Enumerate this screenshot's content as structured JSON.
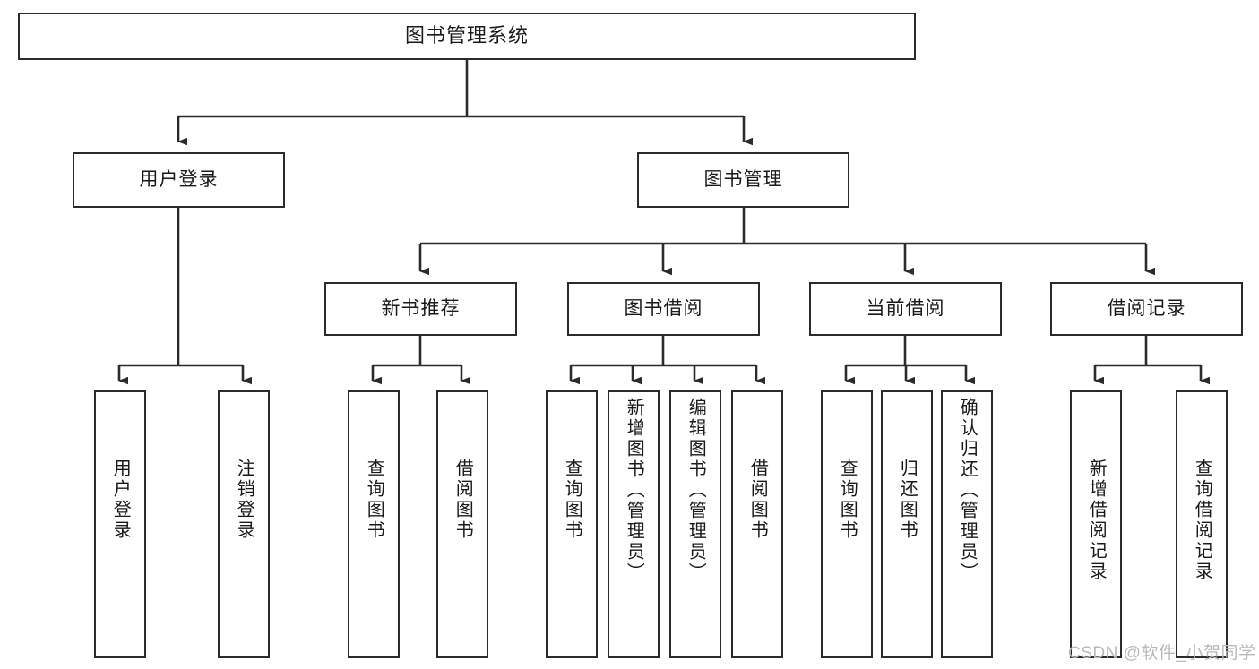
{
  "diagram": {
    "title": "图书管理系统",
    "type": "tree-hierarchy-chart",
    "watermark": "CSDN @软件_小贺同学",
    "colors": {
      "box_border": "#2b2b2b",
      "box_fill": "#ffffff",
      "edge": "#2b2b2b",
      "text": "#1a1a1a",
      "watermark": "#b9b9b9",
      "background": "#ffffff"
    },
    "root": {
      "label": "图书管理系统"
    },
    "level2": [
      {
        "id": "user-login",
        "label": "用户登录"
      },
      {
        "id": "book-management",
        "label": "图书管理"
      }
    ],
    "level3": [
      {
        "id": "new-book-recommend",
        "label": "新书推荐",
        "parent": "book-management"
      },
      {
        "id": "book-borrow",
        "label": "图书借阅",
        "parent": "book-management"
      },
      {
        "id": "current-borrow",
        "label": "当前借阅",
        "parent": "book-management"
      },
      {
        "id": "borrow-record",
        "label": "借阅记录",
        "parent": "book-management"
      }
    ],
    "leaves": [
      {
        "id": "leaf-user-login",
        "label": "用户登录",
        "parent": "user-login",
        "align": "mid"
      },
      {
        "id": "leaf-logout-login",
        "label": "注销登录",
        "parent": "user-login",
        "align": "mid"
      },
      {
        "id": "leaf-query-book-1",
        "label": "查询图书",
        "parent": "new-book-recommend",
        "align": "mid"
      },
      {
        "id": "leaf-borrow-book-1",
        "label": "借阅图书",
        "parent": "new-book-recommend",
        "align": "mid"
      },
      {
        "id": "leaf-query-book-2",
        "label": "查询图书",
        "parent": "book-borrow",
        "align": "mid"
      },
      {
        "id": "leaf-add-book",
        "label": "新增图书（管理员）",
        "parent": "book-borrow",
        "align": "top"
      },
      {
        "id": "leaf-edit-book",
        "label": "编辑图书（管理员）",
        "parent": "book-borrow",
        "align": "top"
      },
      {
        "id": "leaf-borrow-book-2",
        "label": "借阅图书",
        "parent": "book-borrow",
        "align": "mid"
      },
      {
        "id": "leaf-query-book-3",
        "label": "查询图书",
        "parent": "current-borrow",
        "align": "mid"
      },
      {
        "id": "leaf-return-book",
        "label": "归还图书",
        "parent": "current-borrow",
        "align": "mid"
      },
      {
        "id": "leaf-confirm-return",
        "label": "确认归还（管理员）",
        "parent": "current-borrow",
        "align": "top"
      },
      {
        "id": "leaf-add-borrow-record",
        "label": "新增借阅记录",
        "parent": "borrow-record",
        "align": "mid"
      },
      {
        "id": "leaf-query-borrow-record",
        "label": "查询借阅记录",
        "parent": "borrow-record",
        "align": "mid"
      }
    ]
  }
}
